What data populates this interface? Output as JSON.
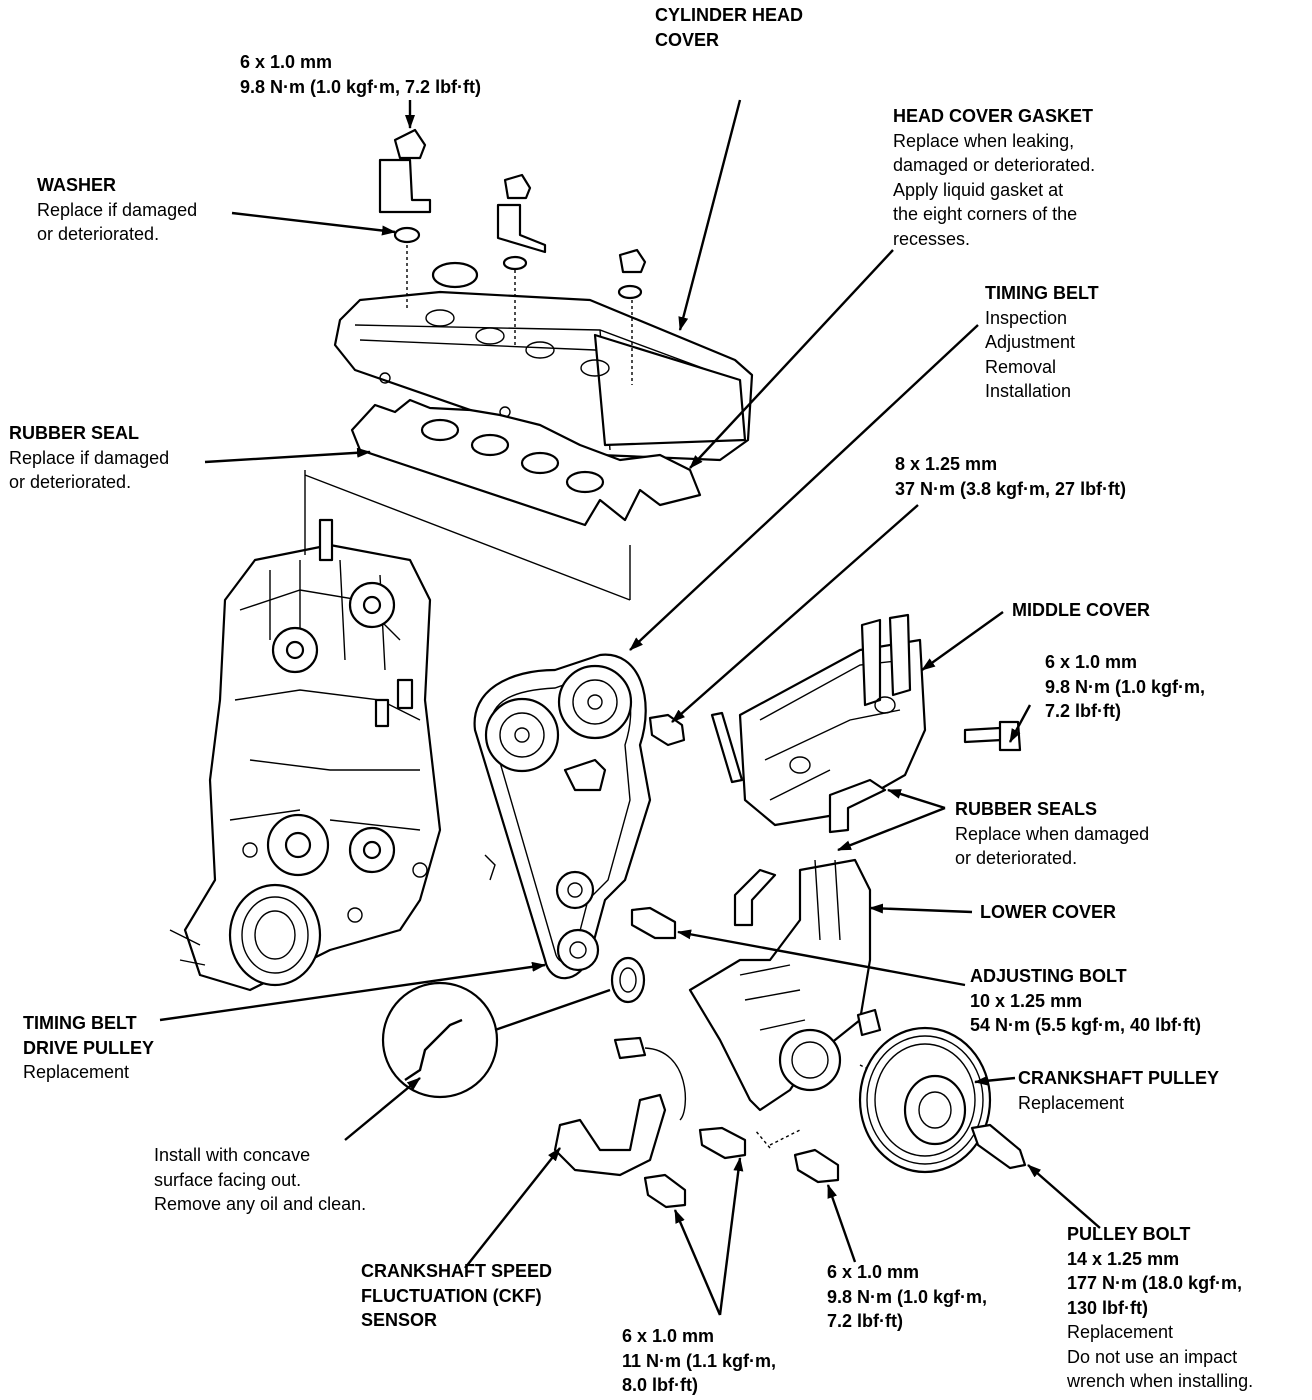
{
  "labels": {
    "cylinder_head_cover": {
      "title": [
        "CYLINDER HEAD",
        "COVER"
      ]
    },
    "bolt_top": {
      "title": [
        "6 x 1.0 mm",
        "9.8 N·m (1.0 kgf·m, 7.2 lbf·ft)"
      ]
    },
    "head_cover_gasket": {
      "title": [
        "HEAD COVER GASKET"
      ],
      "desc": [
        "Replace when leaking,",
        "damaged or deteriorated.",
        "Apply liquid gasket at",
        "the eight corners of the",
        "recesses."
      ]
    },
    "washer": {
      "title": [
        "WASHER"
      ],
      "desc": [
        "Replace if damaged",
        "or deteriorated."
      ]
    },
    "timing_belt": {
      "title": [
        "TIMING BELT"
      ],
      "desc": [
        "Inspection",
        "Adjustment",
        "Removal",
        "Installation"
      ]
    },
    "rubber_seal": {
      "title": [
        "RUBBER SEAL"
      ],
      "desc": [
        "Replace if damaged",
        "or deteriorated."
      ]
    },
    "bolt_8x125": {
      "title": [
        "8 x 1.25 mm",
        "37 N·m (3.8 kgf·m, 27 lbf·ft)"
      ]
    },
    "middle_cover": {
      "title": [
        "MIDDLE COVER"
      ]
    },
    "bolt_middle": {
      "title": [
        "6 x 1.0 mm",
        "9.8 N·m (1.0 kgf·m,",
        "7.2 lbf·ft)"
      ]
    },
    "rubber_seals": {
      "title": [
        "RUBBER SEALS"
      ],
      "desc": [
        "Replace when damaged",
        "or deteriorated."
      ]
    },
    "lower_cover": {
      "title": [
        "LOWER COVER"
      ]
    },
    "adjusting_bolt": {
      "title": [
        "ADJUSTING BOLT",
        "10 x 1.25 mm",
        "54 N·m (5.5 kgf·m, 40 lbf·ft)"
      ]
    },
    "timing_belt_drive_pulley": {
      "title": [
        "TIMING BELT",
        "DRIVE PULLEY"
      ],
      "desc": [
        "Replacement"
      ]
    },
    "crankshaft_pulley": {
      "title": [
        "CRANKSHAFT PULLEY"
      ],
      "desc": [
        "Replacement"
      ]
    },
    "install_note": {
      "desc": [
        "Install with concave",
        "surface facing out.",
        "Remove any oil and clean."
      ]
    },
    "ckf_sensor": {
      "title": [
        "CRANKSHAFT SPEED",
        "FLUCTUATION (CKF)",
        "SENSOR"
      ]
    },
    "bolt_ckf": {
      "title": [
        "6 x 1.0 mm",
        "11 N·m (1.1 kgf·m,",
        "8.0 lbf·ft)"
      ]
    },
    "bolt_lower": {
      "title": [
        "6 x 1.0 mm",
        "9.8 N·m (1.0 kgf·m,",
        "7.2 lbf·ft)"
      ]
    },
    "pulley_bolt": {
      "title": [
        "PULLEY BOLT",
        "14 x 1.25 mm",
        "177 N·m (18.0 kgf·m,",
        "130 lbf·ft)"
      ],
      "desc": [
        "Replacement",
        "Do not use an impact",
        "wrench when installing."
      ]
    }
  }
}
